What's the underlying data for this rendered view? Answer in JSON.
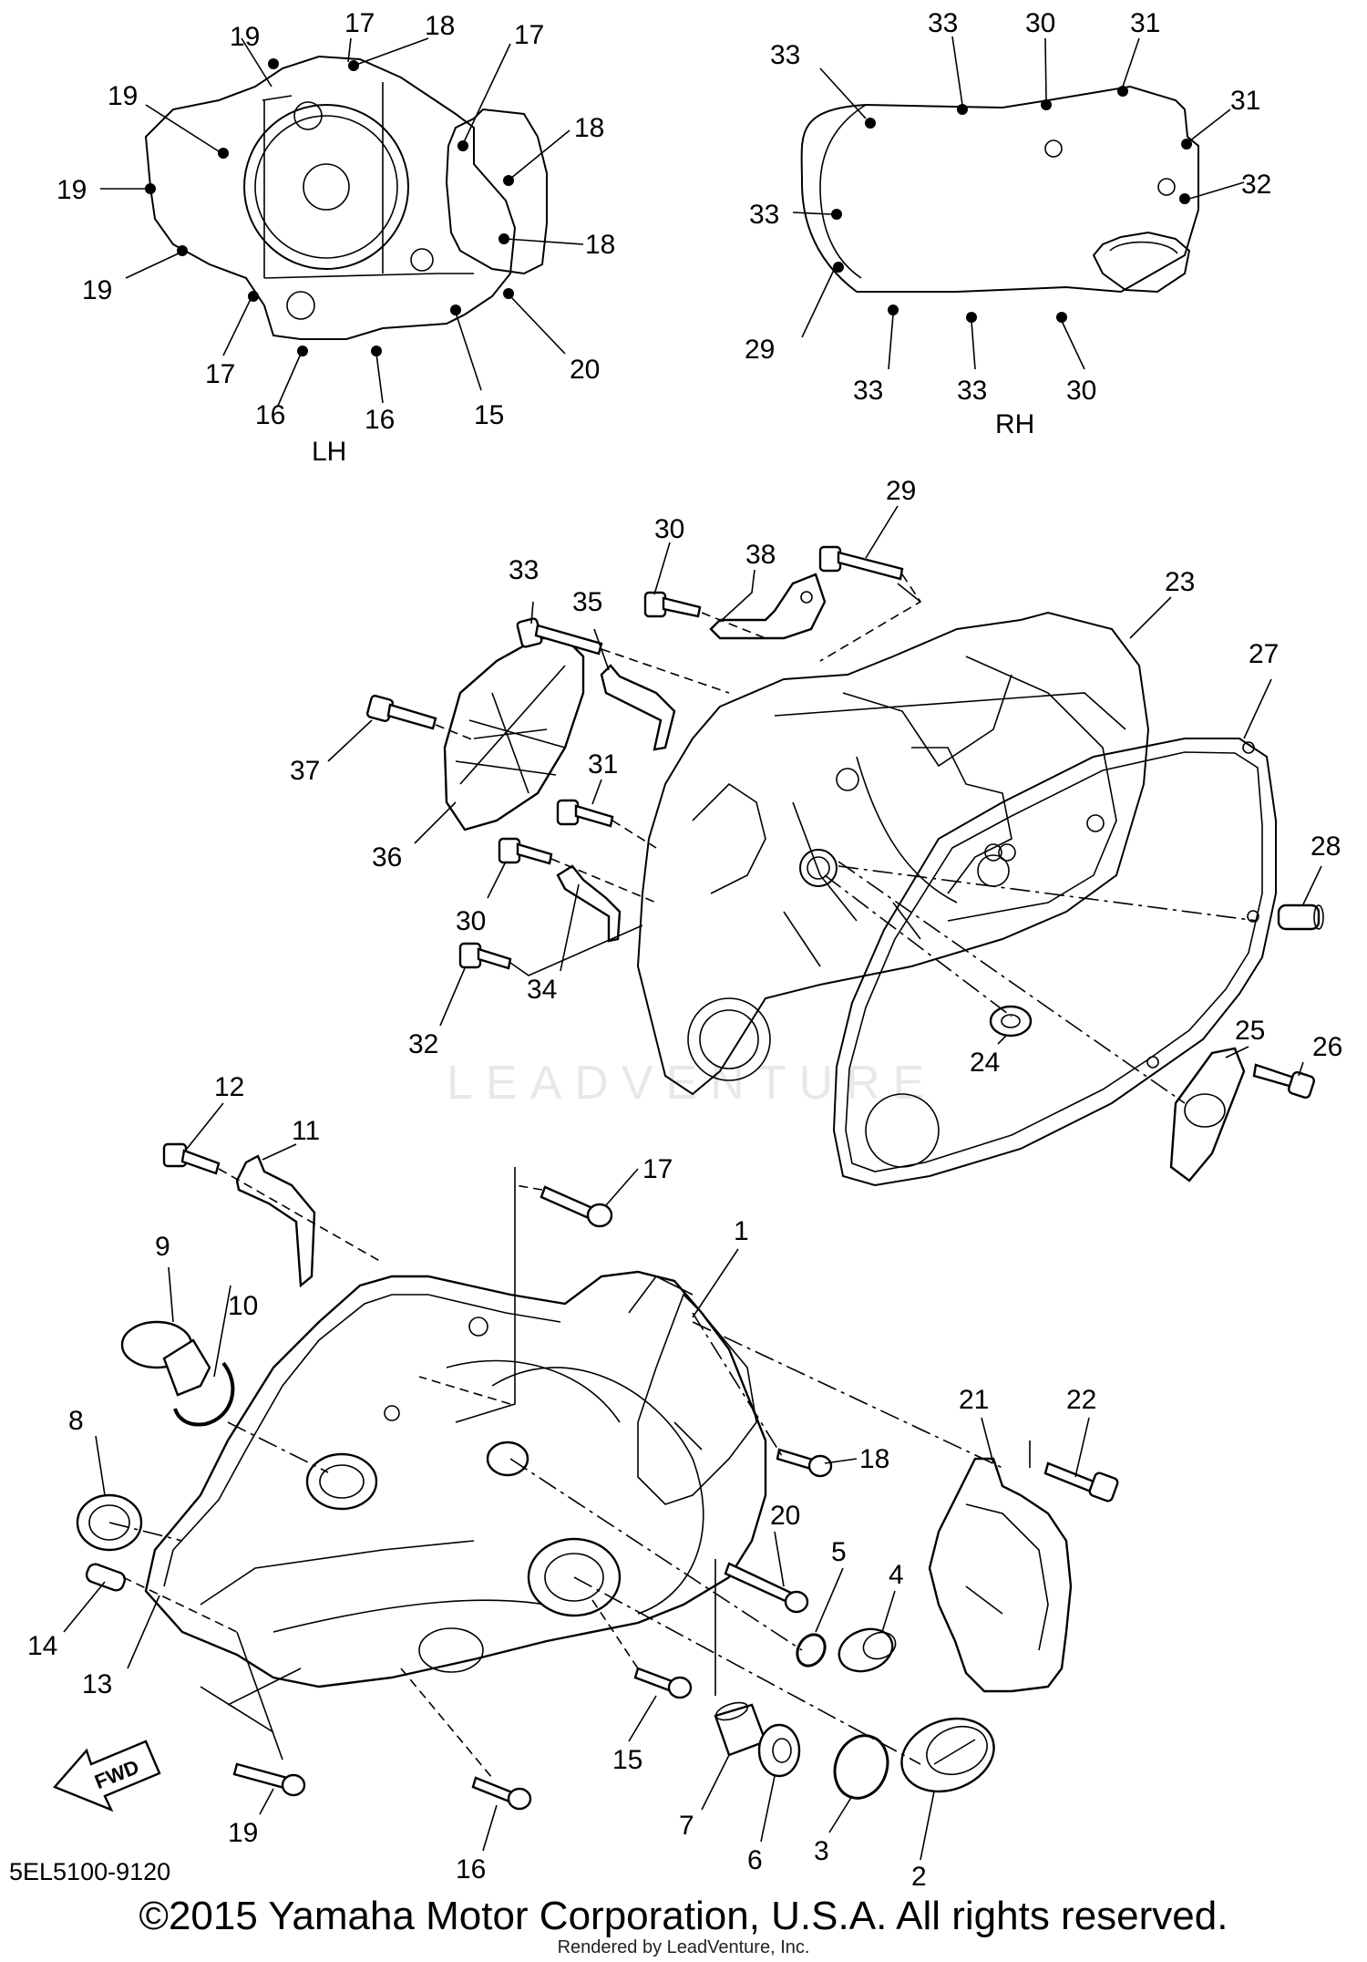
{
  "callouts": {
    "lh": {
      "label": "LH",
      "items": [
        "19",
        "17",
        "18",
        "17",
        "19",
        "18",
        "19",
        "18",
        "19",
        "17",
        "16",
        "16",
        "15",
        "20"
      ]
    },
    "rh": {
      "label": "RH",
      "items": [
        "33",
        "33",
        "30",
        "31",
        "31",
        "32",
        "33",
        "29",
        "33",
        "33",
        "30"
      ]
    },
    "exploded": {
      "items": [
        "29",
        "38",
        "30",
        "33",
        "35",
        "23",
        "27",
        "37",
        "36",
        "31",
        "28",
        "30",
        "34",
        "32",
        "24",
        "25",
        "26",
        "12",
        "11",
        "17",
        "1",
        "9",
        "10",
        "18",
        "21",
        "22",
        "8",
        "20",
        "5",
        "4",
        "14",
        "13",
        "15",
        "19",
        "7",
        "3",
        "16",
        "6",
        "2"
      ]
    }
  },
  "fwd_label": "FWD",
  "diagram_code": "5EL5100-9120",
  "watermark": "LEADVENTURE",
  "copyright": "©2015 Yamaha Motor Corporation, U.S.A. All rights reserved.",
  "rendered_by": "Rendered by LeadVenture, Inc."
}
